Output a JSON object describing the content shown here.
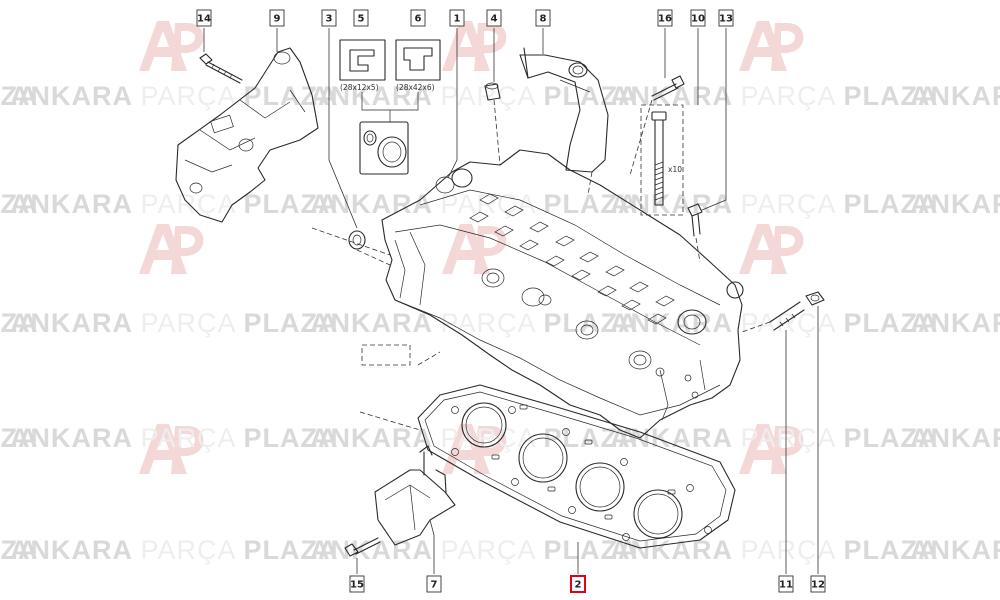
{
  "watermark": {
    "brand_part1": "ANKARA",
    "brand_part2": "PARÇA",
    "brand_part3": "PLAZA",
    "logo": "AP-logo",
    "colors": {
      "dark": "#d9d9d9",
      "light": "#eeeeee",
      "logo": "#f4d8d8"
    }
  },
  "diagram": {
    "callouts": [
      "14",
      "9",
      "3",
      "5",
      "6",
      "1",
      "4",
      "8",
      "16",
      "10",
      "13",
      "15",
      "7",
      "2",
      "11",
      "12"
    ],
    "seal_dims": [
      "(28x12x5)",
      "(28x42x6)"
    ],
    "bolt_qty": "x10",
    "highlight_color": "#e3001b",
    "highlighted_callout": "2"
  }
}
